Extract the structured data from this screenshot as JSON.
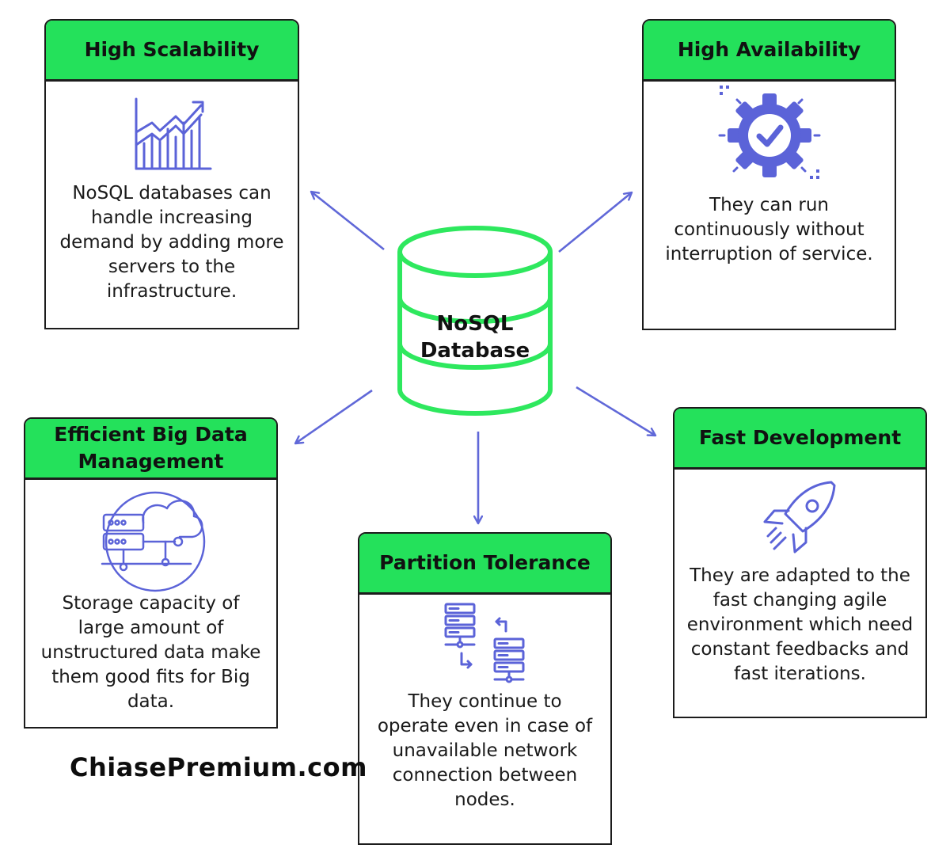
{
  "center": {
    "line1": "NoSQL",
    "line2": "Database"
  },
  "cards": {
    "scalability": {
      "title": "High Scalability",
      "icon": "growth-chart-icon",
      "text": "NoSQL databases can handle increasing demand by adding more servers to the infrastructure."
    },
    "availability": {
      "title": "High Availability",
      "icon": "gear-check-icon",
      "text": "They can run continuously  without interruption of service."
    },
    "bigdata": {
      "title": "Efficient Big Data Management",
      "icon": "cloud-server-icon",
      "text": "Storage capacity of large amount of unstructured data make them good fits for Big data."
    },
    "partition": {
      "title": "Partition Tolerance",
      "icon": "server-sync-icon",
      "text": "They continue to operate even in case of unavailable network connection between nodes."
    },
    "development": {
      "title": "Fast Development",
      "icon": "rocket-icon",
      "text": "They are adapted to the fast changing agile environment which need constant feedbacks and fast iterations."
    }
  },
  "watermark": "ChiasePremium.com",
  "colors": {
    "header_green": "#24e15b",
    "db_green": "#2ee85e",
    "icon_purple": "#5b63d8",
    "arrow_purple": "#6068d8",
    "border": "#1c1c1c"
  }
}
